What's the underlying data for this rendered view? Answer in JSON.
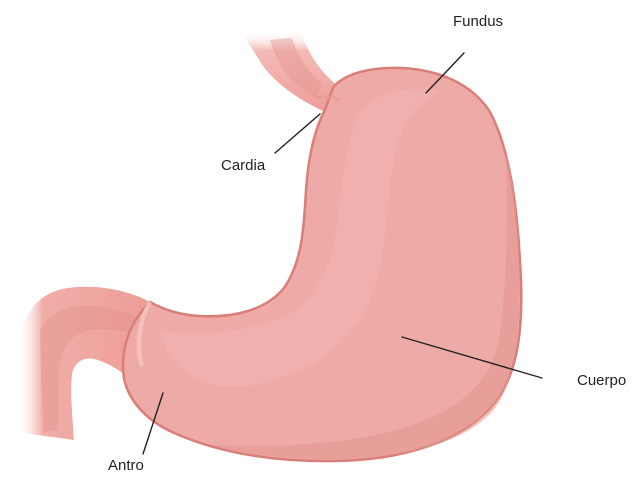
{
  "diagram": {
    "labels": {
      "fundus": "Fundus",
      "cardia": "Cardia",
      "cuerpo": "Cuerpo",
      "antro": "Antro"
    },
    "colors": {
      "background": "#ffffff",
      "stomach_fill": "#eeaaa6",
      "stomach_highlight": "#f4bdb9",
      "stomach_shadow": "#e49690",
      "stomach_outline": "#d97e78",
      "tube_fill": "#ee9d98",
      "tube_shadow": "#dc8882",
      "label_text": "#222222",
      "leader_line": "#222222"
    }
  }
}
